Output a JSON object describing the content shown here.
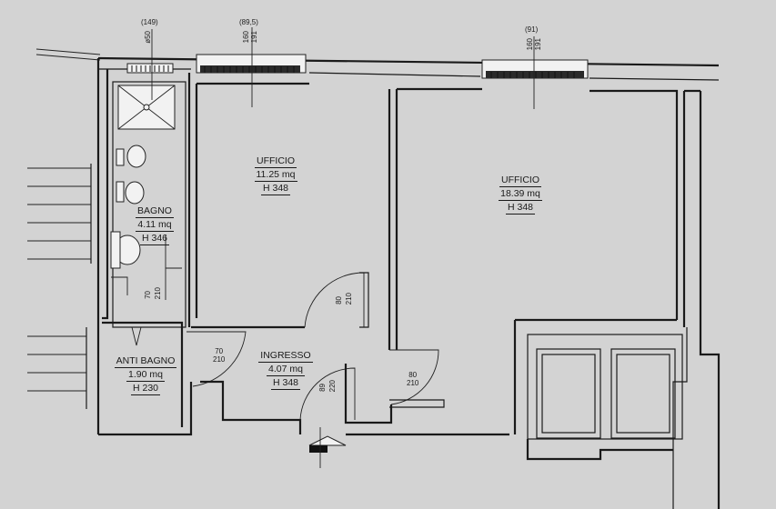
{
  "rooms": [
    {
      "name": "UFFICIO",
      "area": "11.25 mq",
      "height": "H 348"
    },
    {
      "name": "UFFICIO",
      "area": "18.39 mq",
      "height": "H 348"
    },
    {
      "name": "BAGNO",
      "area": "4.11 mq",
      "height": "H 346"
    },
    {
      "name": "ANTI BAGNO",
      "area": "1.90 mq",
      "height": "H 230"
    },
    {
      "name": "INGRESSO",
      "area": "4.07 mq",
      "height": "H 348"
    }
  ],
  "window_labels": [
    {
      "top": "(149)",
      "dims": "ø50"
    },
    {
      "top": "(89,5)",
      "dims": "160\n191"
    },
    {
      "top": "(91)",
      "dims": "160\n191"
    }
  ],
  "door_labels": [
    {
      "w": "70",
      "h": "210"
    },
    {
      "w": "80",
      "h": "210"
    },
    {
      "w": "70",
      "h": "210"
    },
    {
      "w": "80",
      "h": "210"
    },
    {
      "w": "89",
      "h": "220"
    }
  ]
}
